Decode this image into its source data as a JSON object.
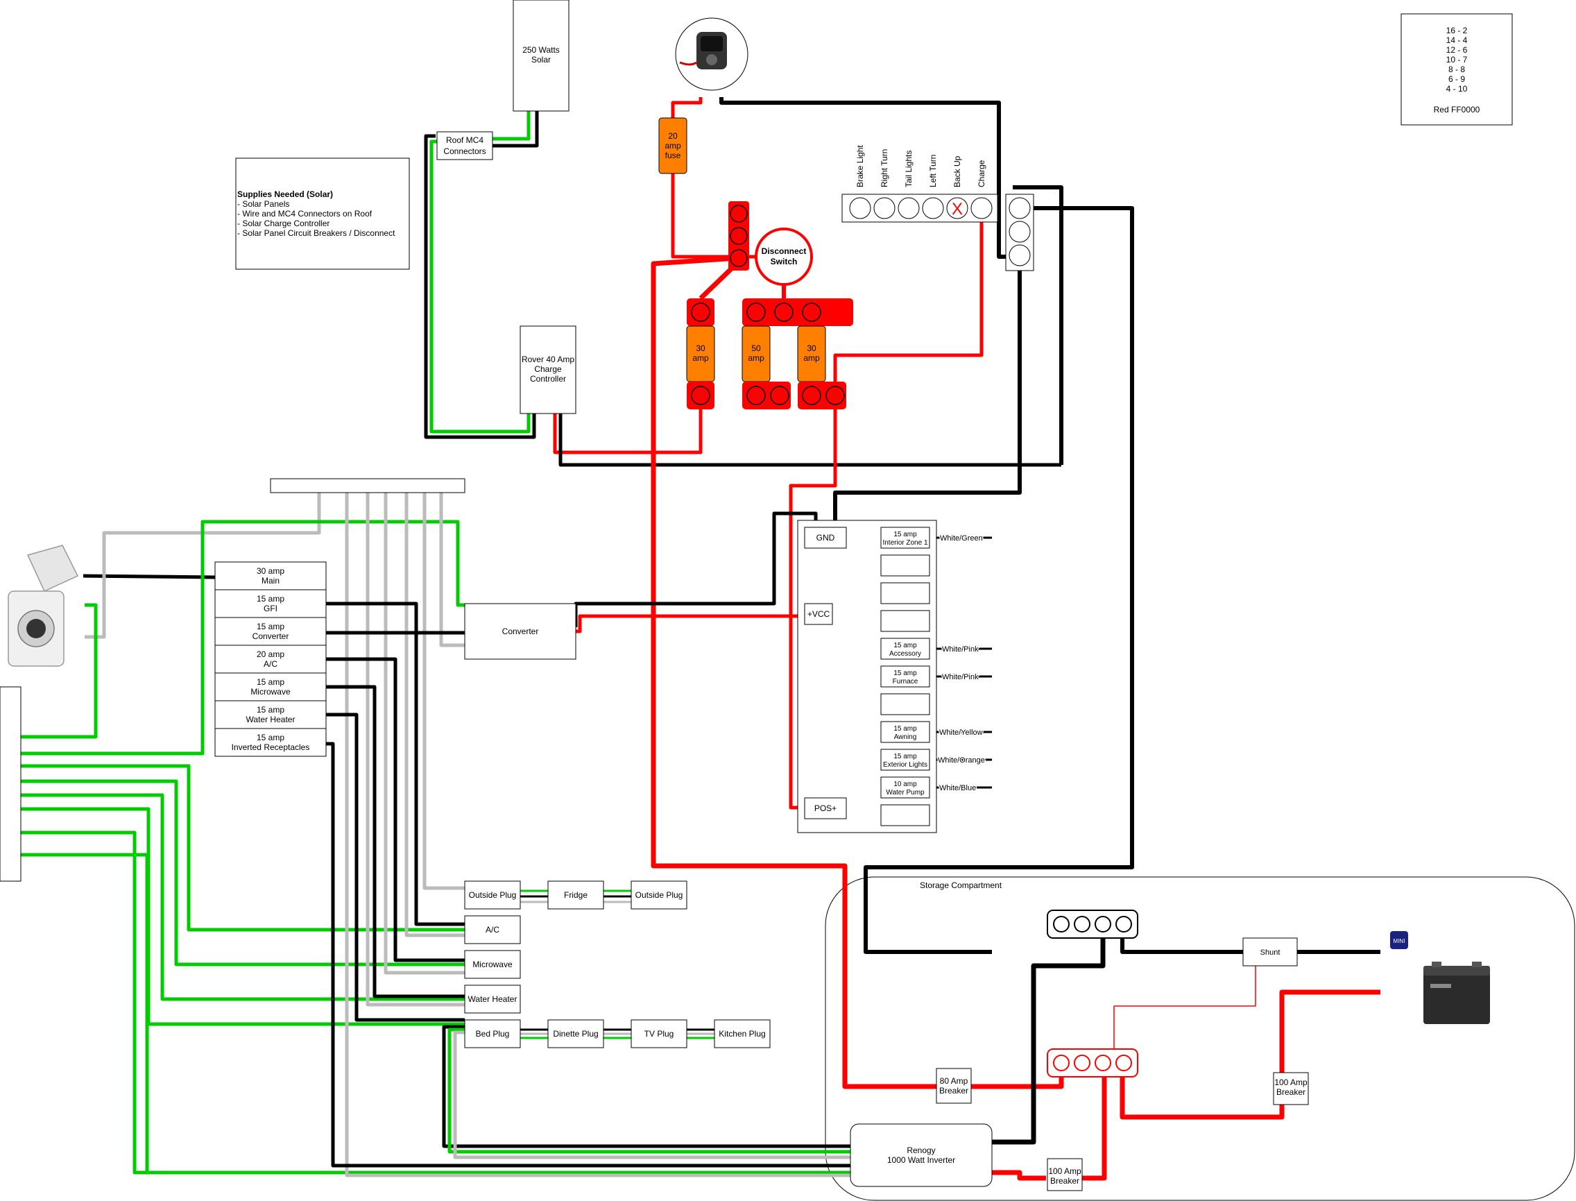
{
  "colors": {
    "red": "#ff0000",
    "orange": "#ff8000",
    "green": "#00cc00",
    "gray": "#bbbbbb",
    "black": "#000000",
    "navy": "#1a237e"
  },
  "legend": {
    "lines": [
      "16 - 2",
      "14 - 4",
      "12 - 6",
      "10 - 7",
      "8 - 8",
      "6 - 9",
      "4 - 10",
      "",
      "Red FF0000"
    ]
  },
  "supplies": {
    "title": "Supplies Needed (Solar)",
    "items": [
      "- Solar Panels",
      "- Wire and MC4 Connectors on Roof",
      "- Solar Charge Controller",
      "- Solar Panel Circuit Breakers / Disconnect"
    ]
  },
  "solar": {
    "panel": [
      "250 Watts",
      "Solar"
    ],
    "mc4": [
      "Roof MC4",
      "Connectors"
    ],
    "controller": [
      "Rover 40 Amp",
      "Charge",
      "Controller"
    ]
  },
  "fuse20": [
    "20",
    "amp",
    "fuse"
  ],
  "disconnect": [
    "Disconnect",
    "Switch"
  ],
  "fuses": [
    {
      "lines": [
        "30",
        "amp"
      ]
    },
    {
      "lines": [
        "50",
        "amp"
      ]
    },
    {
      "lines": [
        "30",
        "amp"
      ]
    }
  ],
  "trailer_connector": {
    "labels": [
      "Brake Light",
      "Right Turn",
      "Tail Lights",
      "Left Turn",
      "Back Up",
      "Charge"
    ],
    "x_mark": "X"
  },
  "breakers": [
    [
      "30 amp",
      "Main"
    ],
    [
      "15 amp",
      "GFI"
    ],
    [
      "15 amp",
      "Converter"
    ],
    [
      "20 amp",
      "A/C"
    ],
    [
      "15 amp",
      "Microwave"
    ],
    [
      "15 amp",
      "Water Heater"
    ],
    [
      "15 amp",
      "Inverted Receptacles"
    ]
  ],
  "converter": "Converter",
  "dc_panel": {
    "gnd": "GND",
    "vcc": "+VCC",
    "pos": "POS+",
    "slots": [
      {
        "lines": [
          "15 amp",
          "Interior Zone 1"
        ],
        "wire": "White/Green"
      },
      {
        "lines": [],
        "wire": ""
      },
      {
        "lines": [],
        "wire": ""
      },
      {
        "lines": [
          "15 amp",
          "Accessory"
        ],
        "wire": "White/Pink"
      },
      {
        "lines": [
          "15 amp",
          "Furnace"
        ],
        "wire": "White/Pink"
      },
      {
        "lines": [],
        "wire": ""
      },
      {
        "lines": [
          "15 amp",
          "Awning"
        ],
        "wire": "White/Yellow"
      },
      {
        "lines": [
          "15 amp",
          "Exterior Lights"
        ],
        "wire": "White/Orange"
      },
      {
        "lines": [
          "10 amp",
          "Water Pump"
        ],
        "wire": "White/Blue"
      },
      {
        "lines": [],
        "wire": ""
      }
    ]
  },
  "outlets": {
    "outside_plug_1": "Outside Plug",
    "fridge": "Fridge",
    "outside_plug_2": "Outside Plug",
    "ac": "A/C",
    "microwave": "Microwave",
    "water_heater": "Water Heater",
    "bed_plug": "Bed Plug",
    "dinette_plug": "Dinette Plug",
    "tv_plug": "TV Plug",
    "kitchen_plug": "Kitchen Plug"
  },
  "storage": {
    "title": "Storage Compartment",
    "shunt": "Shunt",
    "breaker80": [
      "80 Amp",
      "Breaker"
    ],
    "breaker100a": [
      "100 Amp",
      "Breaker"
    ],
    "breaker100b": [
      "100 Amp",
      "Breaker"
    ],
    "inverter": [
      "Renogy",
      "1000 Watt Inverter"
    ],
    "mini_badge": "MINI"
  }
}
